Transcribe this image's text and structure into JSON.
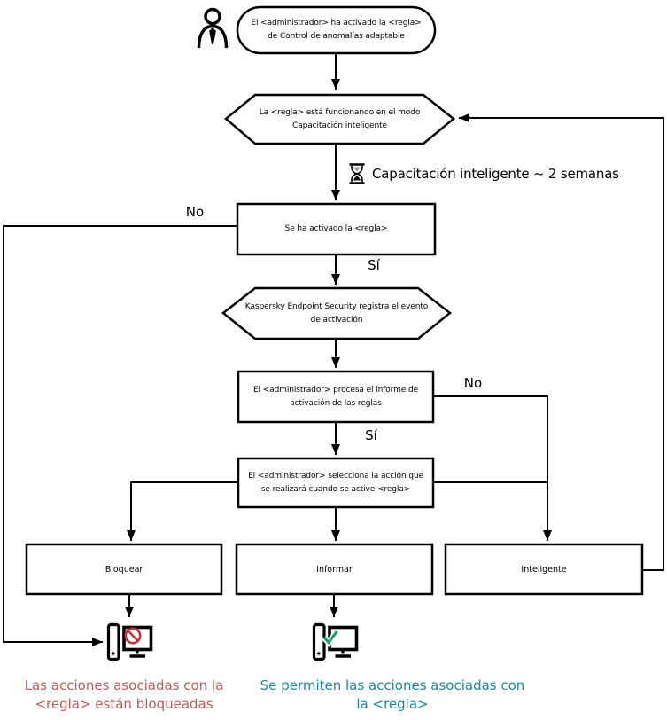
{
  "diagram_title": "Adaptive Anomaly Control rule flowchart",
  "nodes": {
    "start": {
      "shape": "terminator",
      "lines": [
        "El <administrador> ha activado la <regla>",
        "de Control de anomalías adaptable"
      ]
    },
    "training_mode": {
      "shape": "hexagon",
      "lines": [
        "La <regla> está funcionando en el modo",
        "Capacitación inteligente"
      ]
    },
    "rule_triggered": {
      "shape": "rectangle",
      "lines": [
        "Se ha activado la <regla>",
        ""
      ]
    },
    "kes_logs": {
      "shape": "hexagon",
      "lines": [
        "Kaspersky Endpoint Security registra el evento",
        "de activación"
      ]
    },
    "admin_report": {
      "shape": "rectangle",
      "lines": [
        "El <administrador> procesa el informe de",
        "activación de las reglas"
      ]
    },
    "admin_selects": {
      "shape": "rectangle",
      "lines": [
        "El <administrador> selecciona la acción que",
        "se realizará cuando se active <regla>"
      ]
    },
    "action_block": {
      "shape": "rectangle",
      "label": "Bloquear"
    },
    "action_inform": {
      "shape": "rectangle",
      "label": "Informar"
    },
    "action_smart": {
      "shape": "rectangle",
      "label": "Inteligente"
    }
  },
  "edge_labels": {
    "no_rule_not_triggered": "No",
    "si_rule_triggered": "Sí",
    "no_report_not_processed": "No",
    "si_report_processed": "Sí"
  },
  "timer_label": "Capacitación inteligente ~ 2 semanas",
  "outcomes": {
    "blocked": {
      "lines": [
        "Las acciones asociadas con la",
        "<regla> están bloqueadas"
      ],
      "color": "#bf5b58"
    },
    "allowed": {
      "lines": [
        "Se permiten las acciones asociadas con",
        "la <regla>"
      ],
      "color": "#1a8a9a"
    }
  },
  "icons": {
    "user": "user-icon",
    "hourglass": "hourglass-icon",
    "pc_blocked": "pc-blocked-icon",
    "prohibition": "prohibition-icon",
    "pc_allowed": "pc-allowed-icon",
    "checkmark": "checkmark-icon"
  },
  "colors": {
    "line": "#000000",
    "blocked_text": "#bf5b58",
    "allowed_text": "#1a8a9a",
    "prohibition": "#c4363f",
    "checkmark": "#23a170"
  }
}
